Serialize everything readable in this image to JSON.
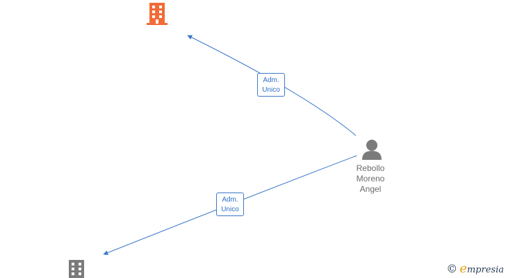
{
  "colors": {
    "edge": "#3a78c9",
    "company_primary": "#f26b38",
    "company_secondary": "#7b7b7b",
    "person": "#7b7b7b"
  },
  "nodes": {
    "company_top": {
      "icon": "building-icon"
    },
    "company_bottom": {
      "icon": "building-icon"
    },
    "person": {
      "icon": "person-icon",
      "name_lines": [
        "Rebollo",
        "Moreno",
        "Angel"
      ]
    }
  },
  "edges": [
    {
      "label_line1": "Adm.",
      "label_line2": "Unico"
    },
    {
      "label_line1": "Adm.",
      "label_line2": "Unico"
    }
  ],
  "footer": {
    "copyright_symbol": "©",
    "brand_initial": "e",
    "brand_rest": "mpresia"
  }
}
